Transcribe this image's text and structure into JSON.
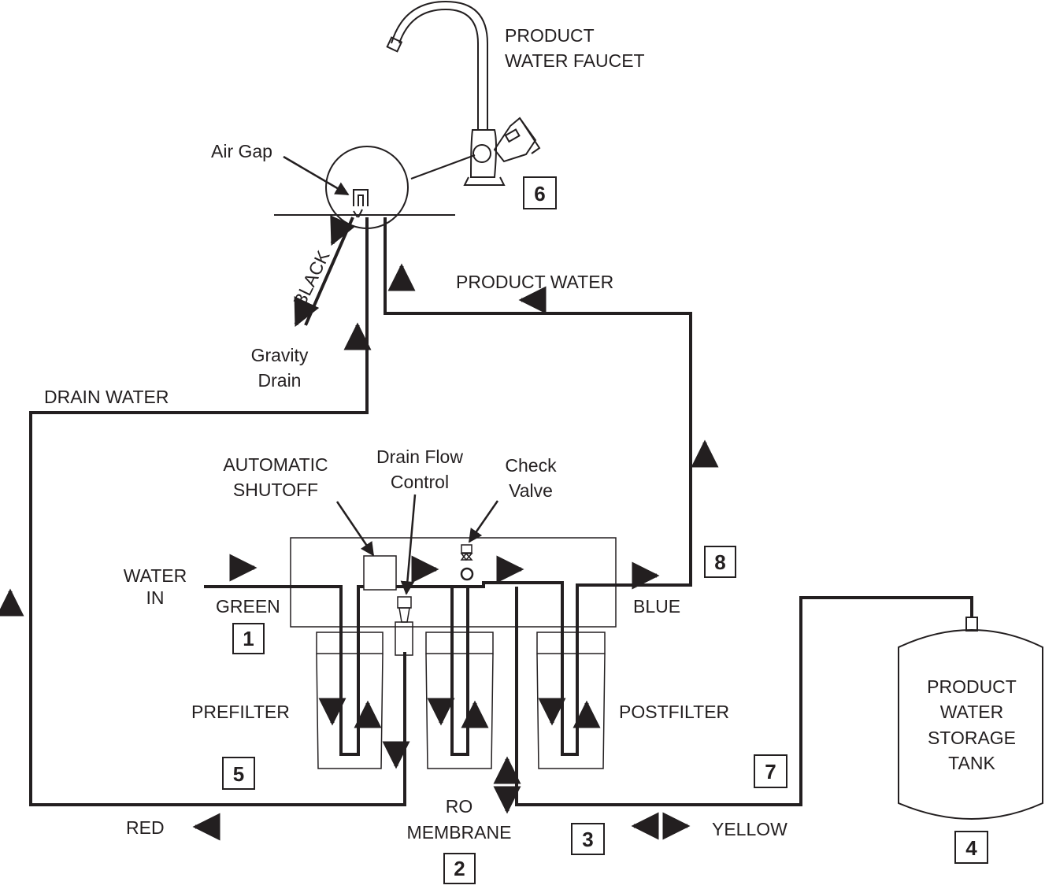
{
  "labels": {
    "faucet_l1": "PRODUCT",
    "faucet_l2": "WATER FAUCET",
    "air_gap": "Air Gap",
    "black": "BLACK",
    "gravity_l1": "Gravity",
    "gravity_l2": "Drain",
    "product_water": "PRODUCT WATER",
    "drain_water": "DRAIN WATER",
    "auto_l1": "AUTOMATIC",
    "auto_l2": "SHUTOFF",
    "dfc_l1": "Drain Flow",
    "dfc_l2": "Control",
    "check_l1": "Check",
    "check_l2": "Valve",
    "water_in_l1": "WATER",
    "water_in_l2": "IN",
    "green": "GREEN",
    "blue": "BLUE",
    "prefilter": "PREFILTER",
    "postfilter": "POSTFILTER",
    "tank_l1": "PRODUCT",
    "tank_l2": "WATER",
    "tank_l3": "STORAGE",
    "tank_l4": "TANK",
    "red": "RED",
    "ro_l1": "RO",
    "ro_l2": "MEMBRANE",
    "yellow": "YELLOW"
  },
  "steps": [
    "1",
    "2",
    "3",
    "4",
    "5",
    "6",
    "7",
    "8"
  ],
  "colors": {
    "ink": "#231f20",
    "background": "#ffffff"
  }
}
